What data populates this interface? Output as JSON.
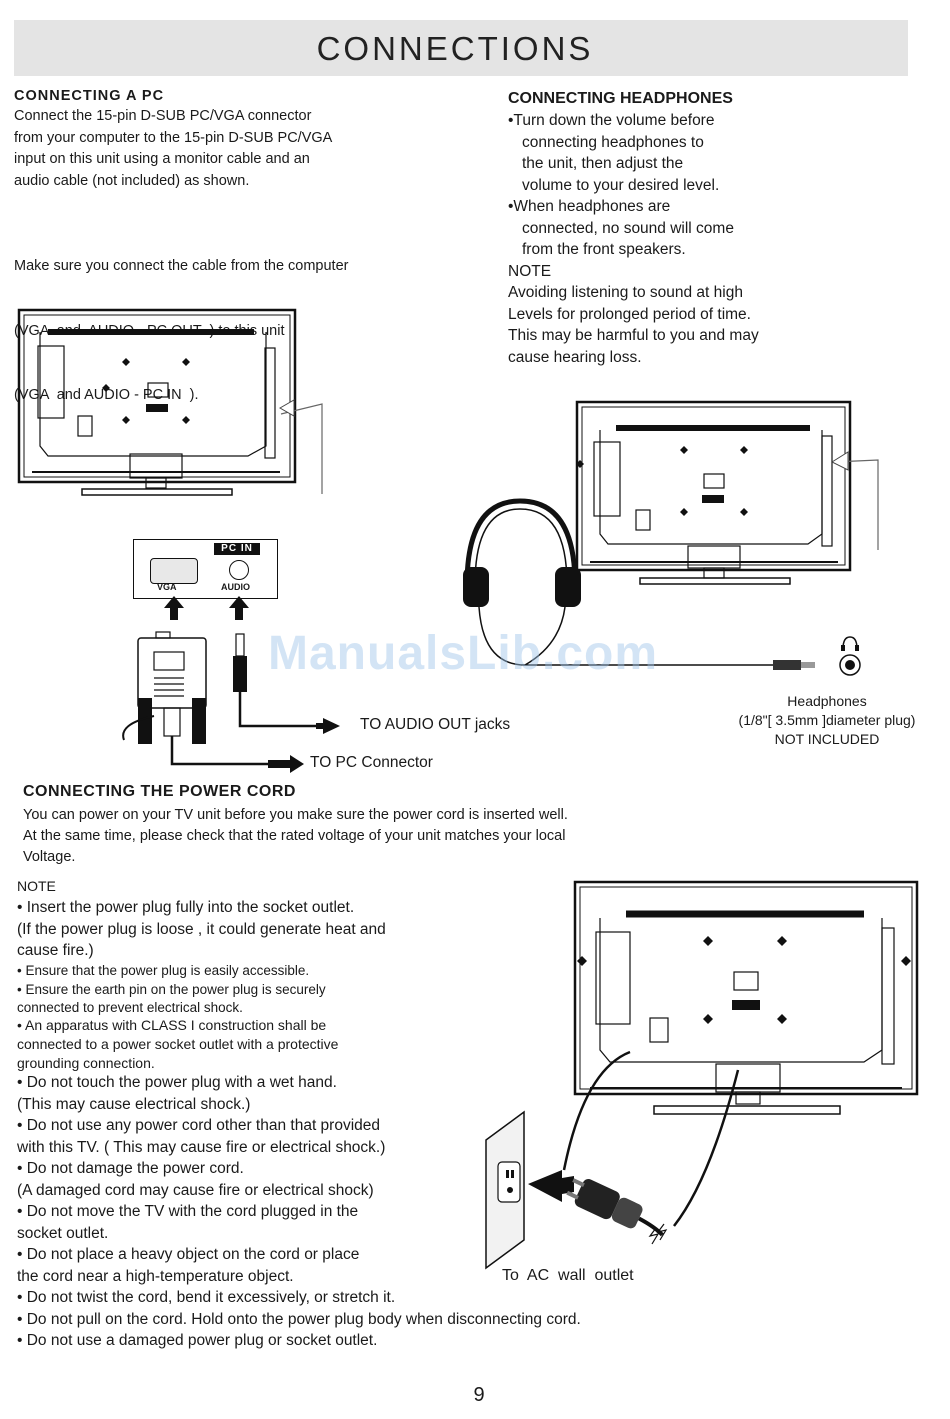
{
  "header": {
    "title": "CONNECTIONS"
  },
  "pc": {
    "heading": "CONNECTING A PC",
    "para1": [
      "Connect the 15-pin D-SUB PC/VGA connector",
      "from your computer to the 15-pin D-SUB PC/VGA",
      "input on this unit using a monitor cable and an",
      "audio cable (not included) as shown."
    ],
    "para2": [
      "Make sure you connect the cable from the computer",
      "(VGA  and  AUDIO - PC OUT  ) to this unit",
      "(VGA  and AUDIO - PC IN  )."
    ],
    "panel_label": "PC IN",
    "vga_label": "VGA",
    "audio_label": "AUDIO",
    "audio_out_label": "TO AUDIO OUT jacks",
    "pc_connector_label": "TO PC Connector"
  },
  "headphones": {
    "heading": "CONNECTING HEADPHONES",
    "bullets": [
      [
        "•Turn down the volume before",
        "connecting headphones to",
        "the unit, then adjust the",
        "volume to your desired level."
      ],
      [
        "•When headphones are",
        "connected, no sound will come",
        "from the front speakers."
      ]
    ],
    "note_label": "NOTE",
    "note": [
      "Avoiding listening to sound at high",
      "Levels for prolonged period of time.",
      "This may be harmful to you and may",
      "cause hearing loss."
    ],
    "caption": [
      "Headphones",
      "(1/8\"[ 3.5mm ]diameter plug)",
      "NOT INCLUDED"
    ]
  },
  "watermark": "ManualsLib.com",
  "power": {
    "heading": "CONNECTING THE POWER CORD",
    "intro": [
      "You can power on your TV unit before you make sure the power cord is inserted well.",
      "At the same time, please check that the rated voltage of your unit matches your local",
      "Voltage."
    ],
    "note_label": "NOTE",
    "items_a": [
      "• Insert the power plug fully into the socket outlet.",
      "(If the power plug is loose , it could generate heat and",
      "cause fire.)"
    ],
    "items_b": [
      "• Ensure that the power plug is easily accessible.",
      "• Ensure the earth pin on the power plug is securely",
      "connected to prevent electrical shock."
    ],
    "items_c": [
      "• An apparatus with CLASS I construction shall be",
      "connected to a power socket outlet with a protective",
      "grounding connection."
    ],
    "items_d": [
      "• Do not touch the power plug with a wet hand.",
      "(This may cause electrical shock.)",
      "• Do not use any power cord other than that provided",
      "with this TV. (  This may cause fire or electrical shock.)",
      "• Do not damage the power cord.",
      "(A damaged cord may cause fire or electrical shock)",
      "• Do not move the TV with the cord plugged in the",
      "socket outlet.",
      "• Do not place a heavy object on the cord or place",
      "the cord near a high-temperature object.",
      "• Do not twist the cord, bend it excessively, or stretch it.",
      "• Do not pull on the cord. Hold onto the power plug body when disconnecting cord.",
      "• Do not use a damaged power plug or socket outlet."
    ],
    "outlet_label": "To  AC  wall  outlet"
  },
  "footer": {
    "page_number": "9"
  }
}
